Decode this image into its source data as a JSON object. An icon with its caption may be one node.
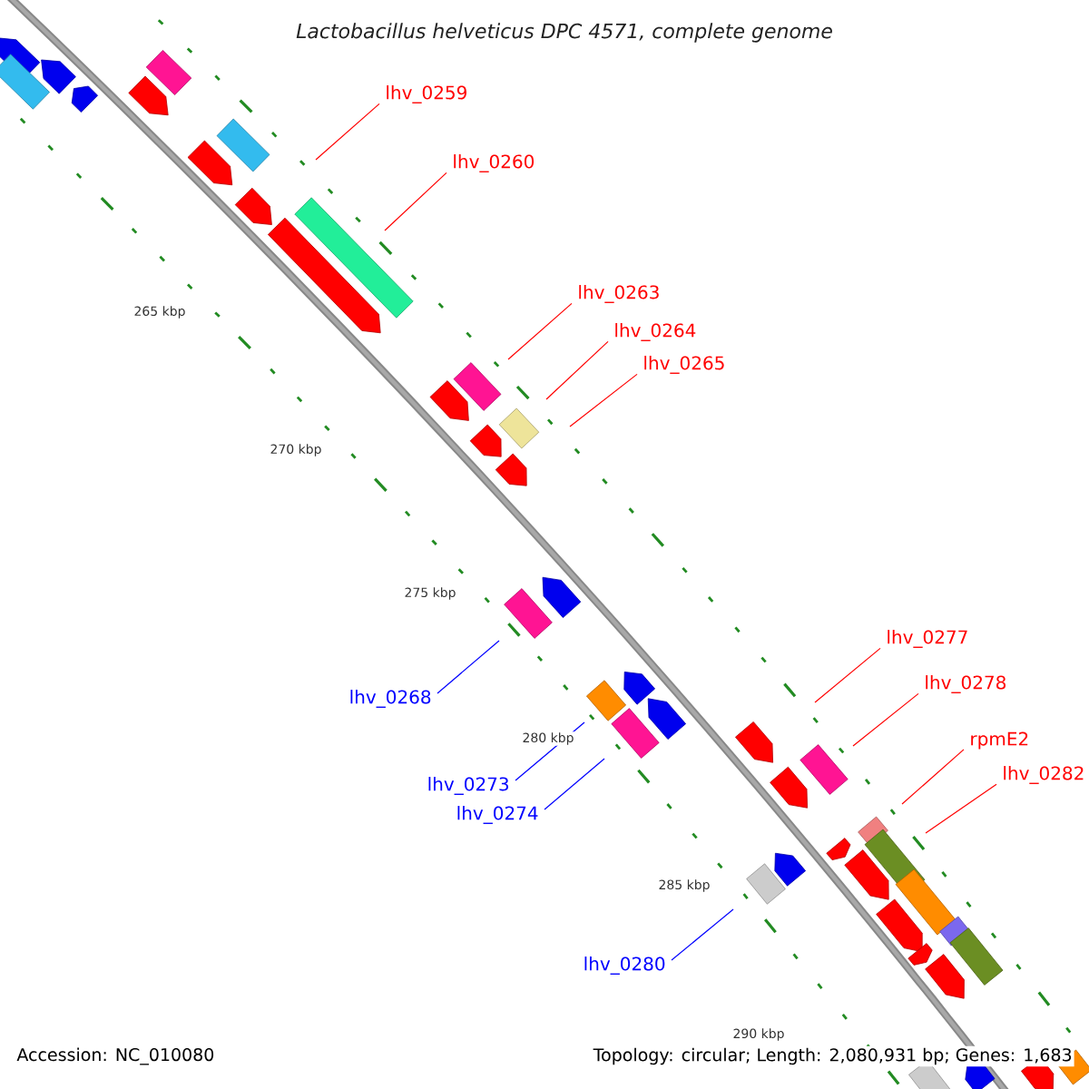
{
  "diagram": {
    "title": "Lactobacillus helveticus DPC 4571, complete genome",
    "nodes": [
      {
        "text": [
          "lhv_0259"
        ]
      },
      {
        "text": [
          "lhv_0260"
        ]
      },
      {
        "text": [
          "lhv_0263"
        ]
      },
      {
        "text": [
          "lhv_0264"
        ]
      },
      {
        "text": [
          "lhv_0265"
        ]
      },
      {
        "text": [
          "lhv_0277"
        ]
      },
      {
        "text": [
          "lhv_0268"
        ]
      },
      {
        "text": [
          "lhv_0278"
        ]
      },
      {
        "text": [
          "rpmE2"
        ]
      },
      {
        "text": [
          "lhv_0282"
        ]
      },
      {
        "text": [
          "lhv_0273"
        ]
      },
      {
        "text": [
          "lhv_0274"
        ]
      },
      {
        "text": [
          "lhv_0280"
        ]
      }
    ],
    "edges": [
      {
        "from": 0,
        "to": null,
        "arrow": "none"
      },
      {
        "from": 1,
        "to": null,
        "arrow": "none"
      },
      {
        "from": 2,
        "to": null,
        "arrow": "none"
      },
      {
        "from": 3,
        "to": null,
        "arrow": "none"
      },
      {
        "from": 4,
        "to": null,
        "arrow": "none"
      },
      {
        "from": 5,
        "to": null,
        "arrow": "none"
      },
      {
        "from": 6,
        "to": null,
        "arrow": "none",
        "color": "#0000ff"
      },
      {
        "from": 7,
        "to": null,
        "arrow": "none"
      },
      {
        "from": 8,
        "to": null,
        "arrow": "none"
      },
      {
        "from": 9,
        "to": null,
        "arrow": "none"
      },
      {
        "from": 10,
        "to": null,
        "arrow": "none",
        "color": "#0000ff"
      },
      {
        "from": 11,
        "to": null,
        "arrow": "none",
        "color": "#0000ff"
      },
      {
        "from": 12,
        "to": null,
        "arrow": "none",
        "color": "#0000ff"
      }
    ],
    "labels": [
      "265 kbp",
      "270 kbp",
      "275 kbp",
      "280 kbp",
      "285 kbp",
      "290 kbp",
      "Accession: NC_010080",
      "Topology: circular; Length: 2,080,931 bp; Genes: 1,683"
    ]
  }
}
